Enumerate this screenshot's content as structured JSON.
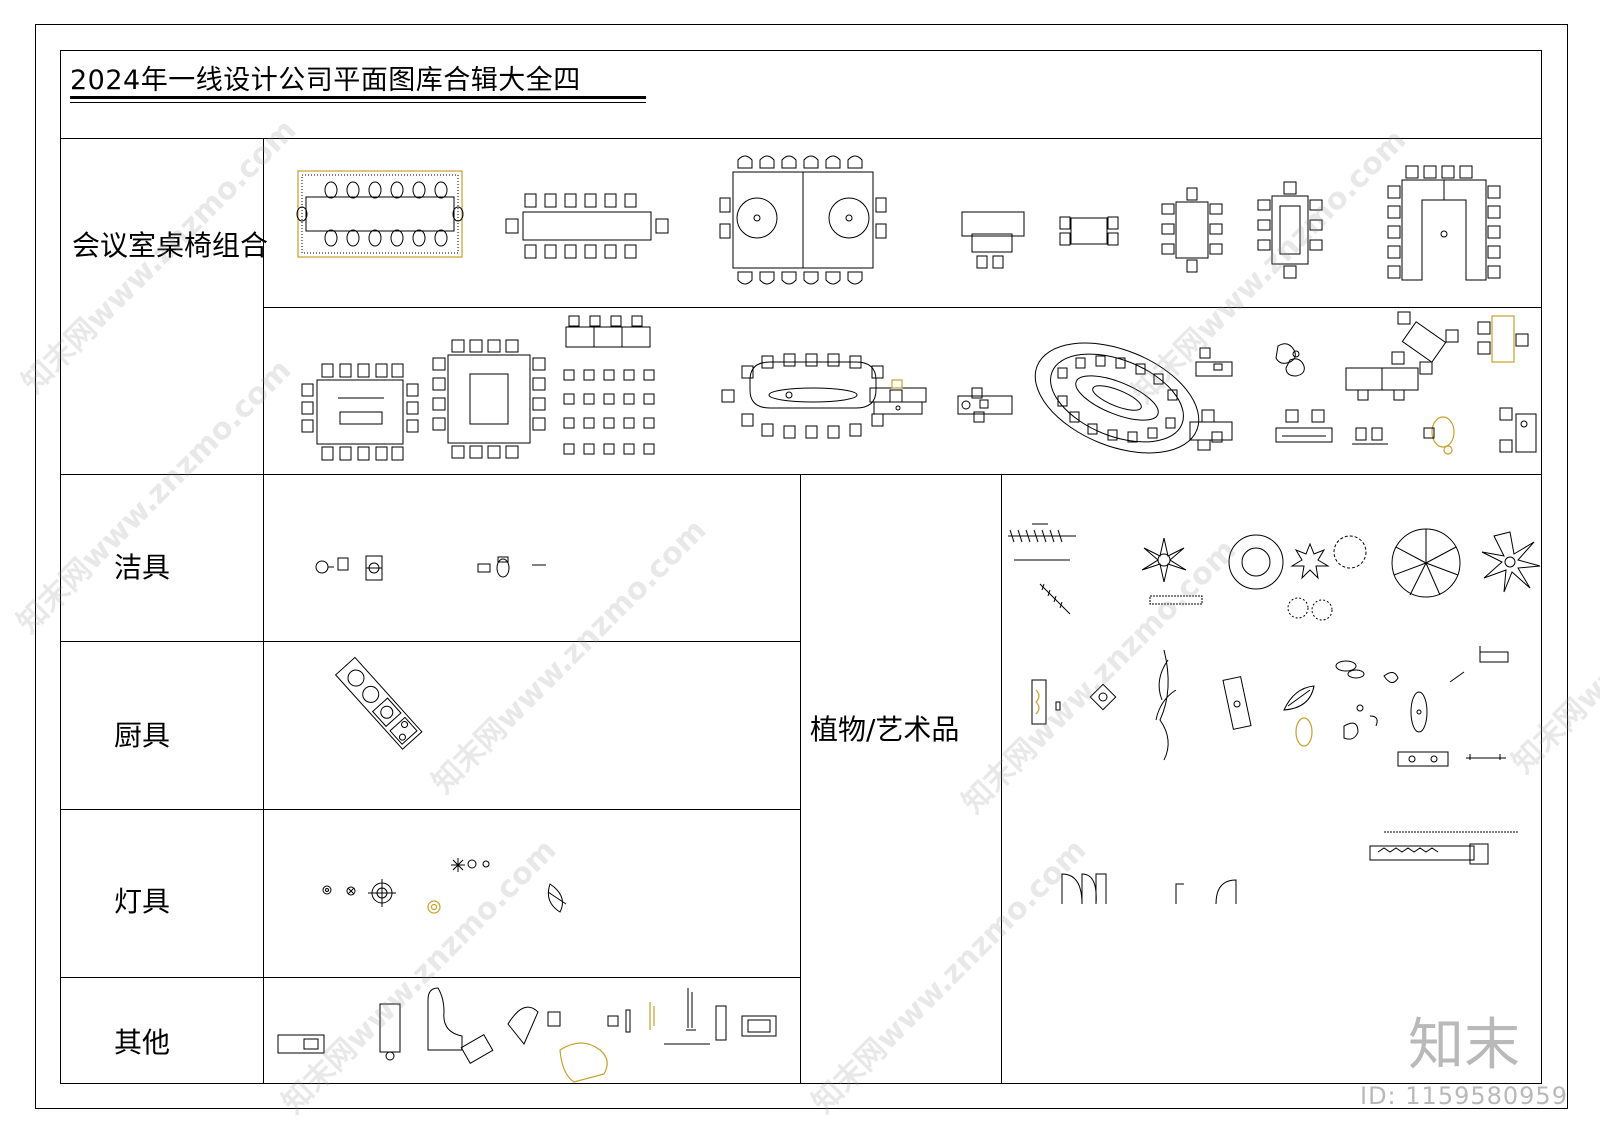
{
  "title": "2024年一线设计公司平面图库合辑大全四",
  "categories": {
    "meeting": "会议室桌椅组合",
    "sanitary": "洁具",
    "kitchen": "厨具",
    "lighting": "灯具",
    "other": "其他",
    "plants_art": "植物/艺术品"
  },
  "watermark": {
    "text": "知末网www.znzmo.com",
    "brand": "知末",
    "id": "ID: 1159580959"
  },
  "colors": {
    "line": "#000000",
    "accent_gold": "#c8a02c",
    "watermark": "#b9b9b9"
  }
}
